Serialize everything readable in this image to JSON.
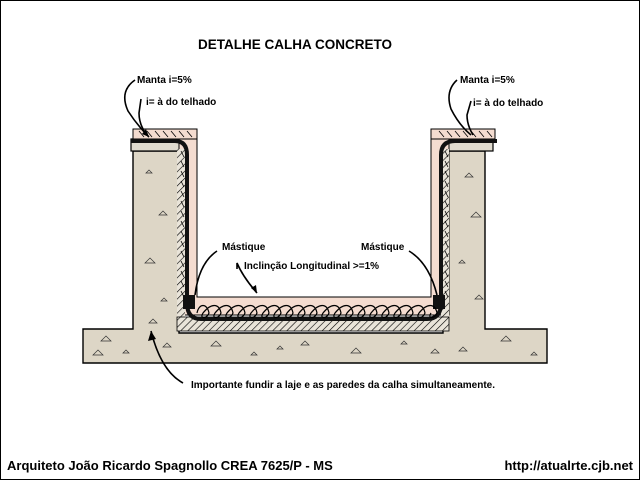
{
  "title": "DETALHE CALHA CONCRETO",
  "labels": {
    "left_manta": "Manta i=5%",
    "left_slope": "i= à do telhado",
    "right_manta": "Manta i=5%",
    "right_slope": "i= à do telhado",
    "mastique_left": "Mástique",
    "mastique_right": "Mástique",
    "inclination": "Inclinção Longitudinal >=1%",
    "note": "Importante fundir a laje e as paredes da calha simultaneamente."
  },
  "footer": {
    "author": "Arquiteto João Ricardo Spagnollo CREA 7625/P - MS",
    "url": "http://atualrte.cjb.net"
  },
  "colors": {
    "concrete": "#ddd6c6",
    "protection": "#f4dcd0",
    "membrane": "#111111",
    "outline": "#000000"
  }
}
